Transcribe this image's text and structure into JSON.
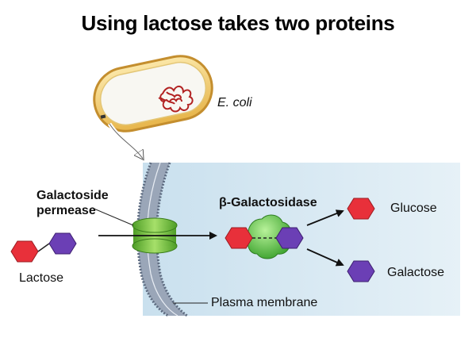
{
  "title": "Using lactose takes two proteins",
  "labels": {
    "ecoli": "E. coli",
    "permease_line1": "Galactoside",
    "permease_line2": "permease",
    "enzyme": "β-Galactosidase",
    "glucose": "Glucose",
    "galactose": "Galactose",
    "lactose": "Lactose",
    "membrane": "Plasma membrane"
  },
  "colors": {
    "glucose": "#e8303a",
    "galactose": "#6b3fb5",
    "permease": "#6fc23a",
    "enzyme": "#5dc84a",
    "membrane_bg": "#d5e8f2",
    "ecoli_wall": "#f3c255",
    "dna": "#b22222"
  }
}
